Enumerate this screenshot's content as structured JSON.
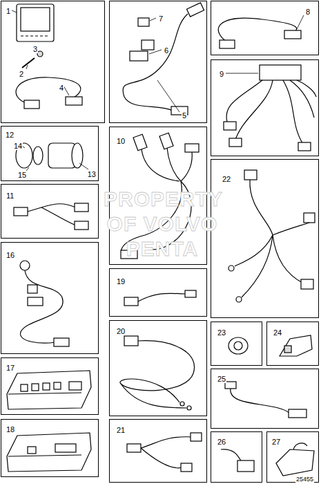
{
  "diagram": {
    "nodes": [
      {
        "text": [
          "1",
          "2",
          "3",
          "4"
        ]
      },
      {
        "text": [
          "5",
          "6",
          "7"
        ]
      },
      {
        "text": [
          "8"
        ]
      },
      {
        "text": [
          "9"
        ]
      },
      {
        "text": [
          "12",
          "13",
          "14",
          "15"
        ]
      },
      {
        "text": [
          "10"
        ]
      },
      {
        "text": [
          "22"
        ]
      },
      {
        "text": [
          "11"
        ]
      },
      {
        "text": [
          "16"
        ]
      },
      {
        "text": [
          "19"
        ]
      },
      {
        "text": [
          "20"
        ]
      },
      {
        "text": [
          "23"
        ]
      },
      {
        "text": [
          "24"
        ]
      },
      {
        "text": [
          "25"
        ]
      },
      {
        "text": [
          "17"
        ]
      },
      {
        "text": [
          "18"
        ]
      },
      {
        "text": [
          "21"
        ]
      },
      {
        "text": [
          "26"
        ]
      },
      {
        "text": [
          "27"
        ]
      }
    ],
    "labels": [
      "PROPERTY OF VOLVO PENTA",
      "25455"
    ]
  }
}
